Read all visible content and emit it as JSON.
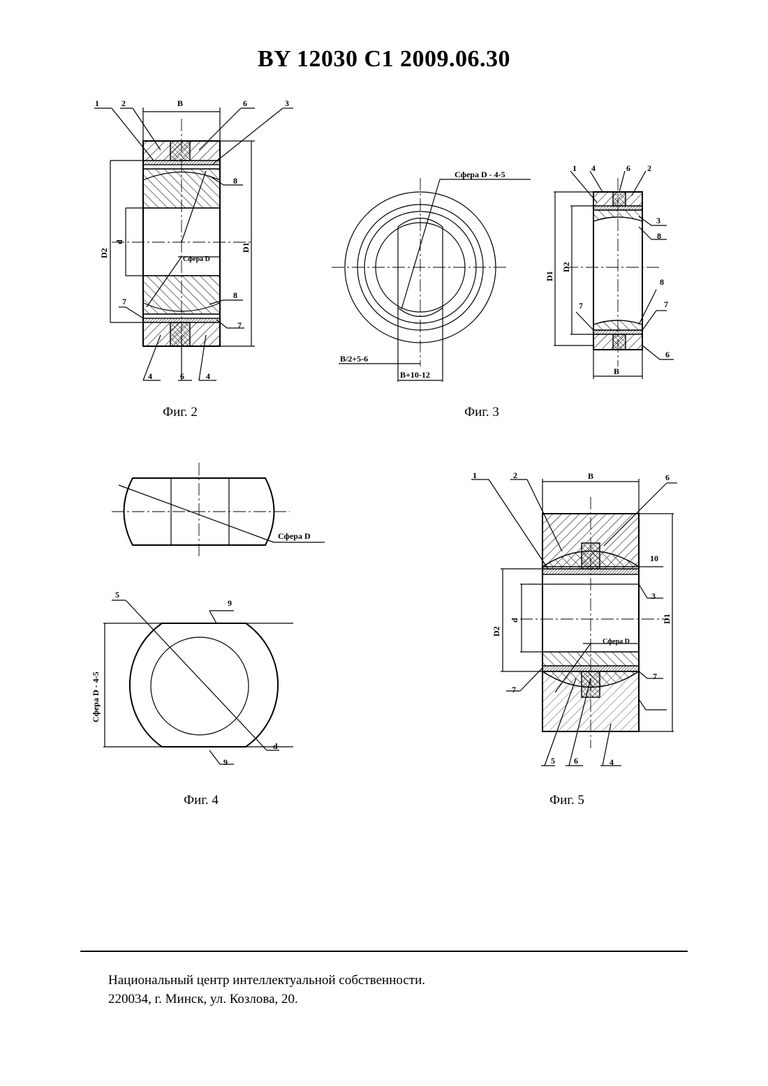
{
  "title": "BY 12030 C1 2009.06.30",
  "figures": {
    "fig2": {
      "caption": "Фиг. 2",
      "labels": {
        "l1": "1",
        "l2": "2",
        "l3": "3",
        "l4a": "4",
        "l4b": "4",
        "l6a": "6",
        "l6b": "6",
        "l7a": "7",
        "l7b": "7",
        "l8a": "8",
        "l8b": "8",
        "b": "B",
        "d": "d",
        "d1": "D1",
        "d2": "D2",
        "sphere": "Сфера D"
      }
    },
    "fig3": {
      "caption": "Фиг. 3",
      "labels": {
        "sphere": "Сфера D - 4-5",
        "dim1": "B/2+5-6",
        "dim2": "B+10-12",
        "l1": "1",
        "l2": "2",
        "l3": "3",
        "l4": "4",
        "l6a": "6",
        "l6b": "6",
        "l7a": "7",
        "l7b": "7",
        "l8a": "8",
        "l8b": "8",
        "d1": "D1",
        "d2": "D2",
        "b": "B"
      }
    },
    "fig4": {
      "caption": "Фиг. 4",
      "labels": {
        "sphere_top": "Сфера D",
        "l5": "5",
        "l9a": "9",
        "l9b": "9",
        "sphere_dim": "Сфера D - 4-5",
        "d": "d"
      }
    },
    "fig5": {
      "caption": "Фиг. 5",
      "labels": {
        "l1": "1",
        "l2": "2",
        "l3": "3",
        "l4": "4",
        "l5": "5",
        "l6a": "6",
        "l6b": "6",
        "l7a": "7",
        "l7b": "7",
        "l10": "10",
        "b": "B",
        "d": "d",
        "d1": "D1",
        "d2": "D2",
        "sphere": "Сфера D"
      }
    }
  },
  "footer": {
    "line1": "Национальный центр интеллектуальной собственности.",
    "line2": "220034, г. Минск, ул. Козлова, 20."
  }
}
